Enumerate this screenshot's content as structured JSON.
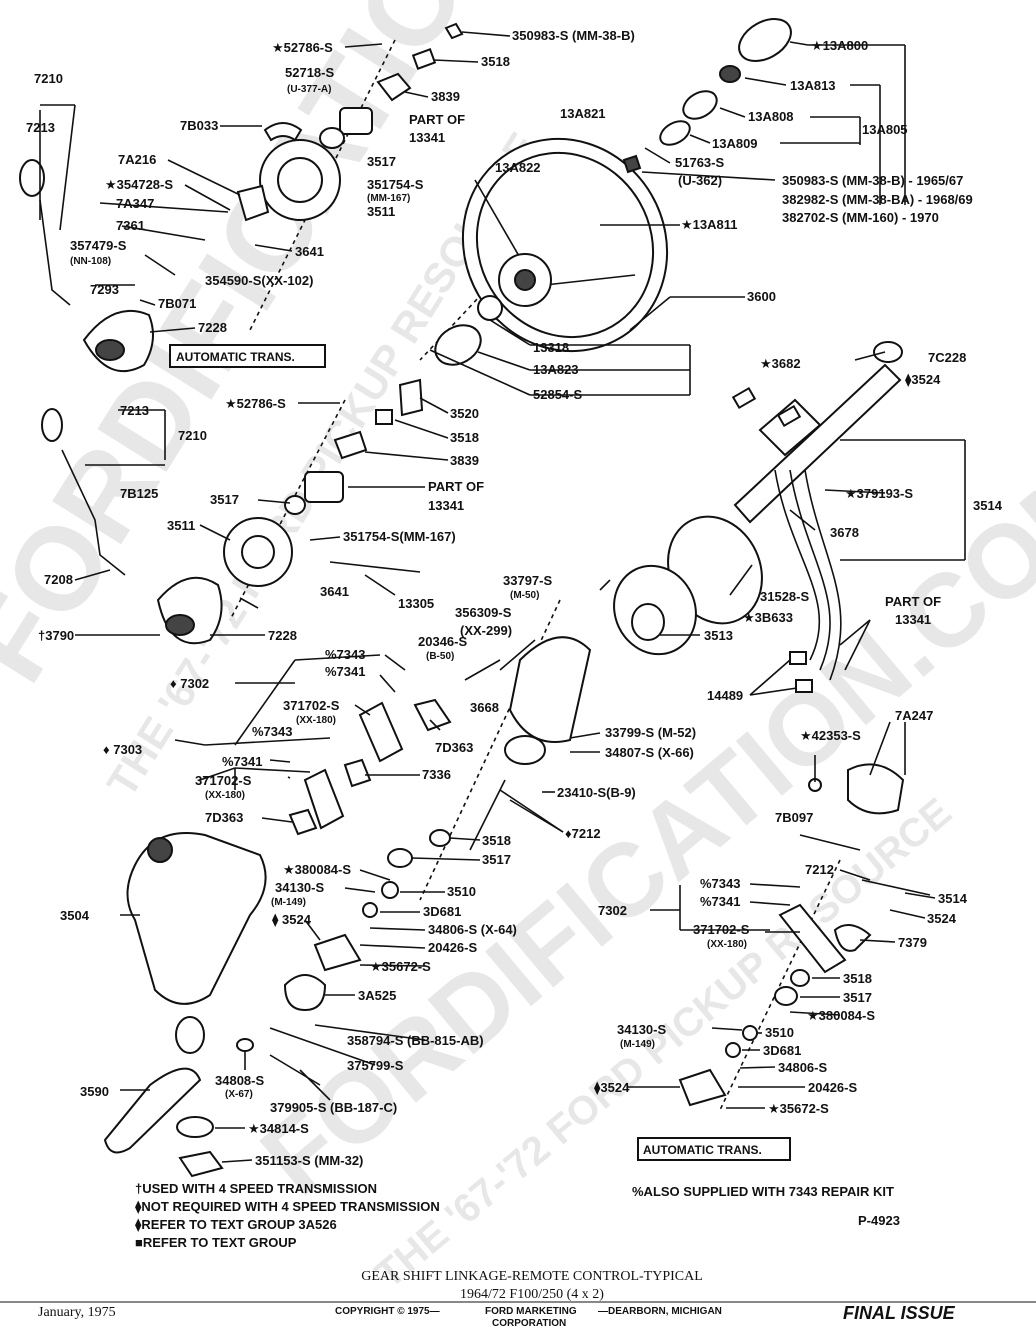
{
  "watermark": {
    "main_1": "FORDIFICATION.COM",
    "sub_1": "THE '67-'72 FORD PICKUP RESOURCE",
    "main_2": "FORDIFICATION.COM",
    "sub_2": "THE '67-'72 FORD PICKUP RESOURCE"
  },
  "labels": [
    {
      "id": "l1",
      "text": "★52786-S"
    },
    {
      "id": "l2",
      "text": "52718-S"
    },
    {
      "id": "l3",
      "text": "(U-377-A)"
    },
    {
      "id": "l4",
      "text": "350983-S (MM-38-B)"
    },
    {
      "id": "l5",
      "text": "3518"
    },
    {
      "id": "l6",
      "text": "3839"
    },
    {
      "id": "l7",
      "text": "★13A800"
    },
    {
      "id": "l8",
      "text": "13A813"
    },
    {
      "id": "l9",
      "text": "13A808"
    },
    {
      "id": "l10",
      "text": "13A805"
    },
    {
      "id": "l11",
      "text": "13A809"
    },
    {
      "id": "l12",
      "text": "51763-S"
    },
    {
      "id": "l13",
      "text": "(U-362)"
    },
    {
      "id": "l14",
      "text": "350983-S (MM-38-B) - 1965/67"
    },
    {
      "id": "l15",
      "text": "382982-S (MM-38-BA) - 1968/69"
    },
    {
      "id": "l16",
      "text": "382702-S (MM-160) - 1970"
    },
    {
      "id": "l17",
      "text": "13A821"
    },
    {
      "id": "l18",
      "text": "13A822"
    },
    {
      "id": "l19",
      "text": "★13A811"
    },
    {
      "id": "l20",
      "text": "3600"
    },
    {
      "id": "l21",
      "text": "13318"
    },
    {
      "id": "l22",
      "text": "13A823"
    },
    {
      "id": "l23",
      "text": "52854-S"
    },
    {
      "id": "l24",
      "text": "7210"
    },
    {
      "id": "l25",
      "text": "7213"
    },
    {
      "id": "l26",
      "text": "7B033"
    },
    {
      "id": "l27",
      "text": "PART OF"
    },
    {
      "id": "l28",
      "text": "13341"
    },
    {
      "id": "l29",
      "text": "3517"
    },
    {
      "id": "l30",
      "text": "7A216"
    },
    {
      "id": "l31",
      "text": "★354728-S"
    },
    {
      "id": "l32",
      "text": "351754-S"
    },
    {
      "id": "l33",
      "text": "(MM-167)"
    },
    {
      "id": "l34",
      "text": "3511"
    },
    {
      "id": "l35",
      "text": "7A347"
    },
    {
      "id": "l36",
      "text": "7361"
    },
    {
      "id": "l37",
      "text": "3641"
    },
    {
      "id": "l38",
      "text": "357479-S"
    },
    {
      "id": "l39",
      "text": "(NN-108)"
    },
    {
      "id": "l40",
      "text": "354590-S(XX-102)"
    },
    {
      "id": "l41",
      "text": "7293"
    },
    {
      "id": "l42",
      "text": "7B071"
    },
    {
      "id": "l43",
      "text": "7228"
    },
    {
      "id": "l44",
      "text": "★52786-S"
    },
    {
      "id": "l45",
      "text": "3520"
    },
    {
      "id": "l46",
      "text": "3518"
    },
    {
      "id": "l47",
      "text": "3839"
    },
    {
      "id": "l48",
      "text": "7213"
    },
    {
      "id": "l49",
      "text": "7210"
    },
    {
      "id": "l50",
      "text": "7B125"
    },
    {
      "id": "l51",
      "text": "3517"
    },
    {
      "id": "l52",
      "text": "PART OF"
    },
    {
      "id": "l53",
      "text": "13341"
    },
    {
      "id": "l54",
      "text": "3511"
    },
    {
      "id": "l55",
      "text": "351754-S(MM-167)"
    },
    {
      "id": "l56",
      "text": "7208"
    },
    {
      "id": "l57",
      "text": "3641"
    },
    {
      "id": "l58",
      "text": "13305"
    },
    {
      "id": "l59",
      "text": "†3790"
    },
    {
      "id": "l60",
      "text": "7228"
    },
    {
      "id": "l61",
      "text": "★3682"
    },
    {
      "id": "l62",
      "text": "7C228"
    },
    {
      "id": "l63",
      "text": "⧫3524"
    },
    {
      "id": "l64",
      "text": "★379193-S"
    },
    {
      "id": "l65",
      "text": "3514"
    },
    {
      "id": "l66",
      "text": "3678"
    },
    {
      "id": "l67",
      "text": "33797-S"
    },
    {
      "id": "l68",
      "text": "(M-50)"
    },
    {
      "id": "l69",
      "text": "356309-S"
    },
    {
      "id": "l70",
      "text": "(XX-299)"
    },
    {
      "id": "l71",
      "text": "20346-S"
    },
    {
      "id": "l72",
      "text": "(B-50)"
    },
    {
      "id": "l73",
      "text": "31528-S"
    },
    {
      "id": "l74",
      "text": "★3B633"
    },
    {
      "id": "l75",
      "text": "3513"
    },
    {
      "id": "l76",
      "text": "PART OF"
    },
    {
      "id": "l77",
      "text": "13341"
    },
    {
      "id": "l78",
      "text": "14489"
    },
    {
      "id": "l79",
      "text": "%7343"
    },
    {
      "id": "l80",
      "text": "%7341"
    },
    {
      "id": "l81",
      "text": "♦ 7302"
    },
    {
      "id": "l82",
      "text": "371702-S"
    },
    {
      "id": "l83",
      "text": "(XX-180)"
    },
    {
      "id": "l84",
      "text": "3668"
    },
    {
      "id": "l85",
      "text": "7D363"
    },
    {
      "id": "l86",
      "text": "33799-S (M-52)"
    },
    {
      "id": "l87",
      "text": "34807-S (X-66)"
    },
    {
      "id": "l88",
      "text": "★42353-S"
    },
    {
      "id": "l89",
      "text": "7A247"
    },
    {
      "id": "l90",
      "text": "%7343"
    },
    {
      "id": "l91",
      "text": "♦ 7303"
    },
    {
      "id": "l92",
      "text": "%7341"
    },
    {
      "id": "l93",
      "text": "7336"
    },
    {
      "id": "l94",
      "text": "371702-S"
    },
    {
      "id": "l95",
      "text": "(XX-180)"
    },
    {
      "id": "l96",
      "text": "23410-S(B-9)"
    },
    {
      "id": "l97",
      "text": "7D363"
    },
    {
      "id": "l98",
      "text": "3518"
    },
    {
      "id": "l99",
      "text": "♦7212"
    },
    {
      "id": "l100",
      "text": "7B097"
    },
    {
      "id": "l101",
      "text": "3517"
    },
    {
      "id": "l102",
      "text": "★380084-S"
    },
    {
      "id": "l103",
      "text": "3510"
    },
    {
      "id": "l104",
      "text": "7212"
    },
    {
      "id": "l105",
      "text": "3504"
    },
    {
      "id": "l106",
      "text": "34130-S"
    },
    {
      "id": "l107",
      "text": "(M-149)"
    },
    {
      "id": "l108",
      "text": "3D681"
    },
    {
      "id": "l109",
      "text": "⧫ 3524"
    },
    {
      "id": "l110",
      "text": "34806-S (X-64)"
    },
    {
      "id": "l111",
      "text": "20426-S"
    },
    {
      "id": "l112",
      "text": "★35672-S"
    },
    {
      "id": "l113",
      "text": "%7343"
    },
    {
      "id": "l114",
      "text": "%7341"
    },
    {
      "id": "l115",
      "text": "3514"
    },
    {
      "id": "l116",
      "text": "7302"
    },
    {
      "id": "l117",
      "text": "3524"
    },
    {
      "id": "l118",
      "text": "371702-S"
    },
    {
      "id": "l119",
      "text": "(XX-180)"
    },
    {
      "id": "l120",
      "text": "7379"
    },
    {
      "id": "l121",
      "text": "3A525"
    },
    {
      "id": "l122",
      "text": "3518"
    },
    {
      "id": "l123",
      "text": "3517"
    },
    {
      "id": "l124",
      "text": "★380084-S"
    },
    {
      "id": "l125",
      "text": "358794-S (BB-815-AB)"
    },
    {
      "id": "l126",
      "text": "375799-S"
    },
    {
      "id": "l127",
      "text": "34130-S"
    },
    {
      "id": "l128",
      "text": "(M-149)"
    },
    {
      "id": "l129",
      "text": "3510"
    },
    {
      "id": "l130",
      "text": "3D681"
    },
    {
      "id": "l131",
      "text": "3590"
    },
    {
      "id": "l132",
      "text": "34808-S"
    },
    {
      "id": "l133",
      "text": "(X-67)"
    },
    {
      "id": "l134",
      "text": "379905-S (BB-187-C)"
    },
    {
      "id": "l135",
      "text": "34806-S"
    },
    {
      "id": "l136",
      "text": "⧫3524"
    },
    {
      "id": "l137",
      "text": "20426-S"
    },
    {
      "id": "l138",
      "text": "★35672-S"
    },
    {
      "id": "l139",
      "text": "★34814-S"
    },
    {
      "id": "l140",
      "text": "351153-S (MM-32)"
    }
  ],
  "boxes": {
    "auto_top": "AUTOMATIC TRANS.",
    "auto_bottom": "AUTOMATIC TRANS."
  },
  "notes": {
    "dagger": "†USED WITH 4 SPEED TRANSMISSION",
    "diamond": "⧫NOT REQUIRED WITH 4 SPEED TRANSMISSION",
    "diamond2": "⧫REFER TO TEXT GROUP 3A526",
    "square": "■REFER TO TEXT GROUP",
    "percent": "%ALSO SUPPLIED WITH 7343 REPAIR KIT",
    "ref": "P-4923"
  },
  "title": {
    "line1": "GEAR SHIFT LINKAGE-REMOTE CONTROL-TYPICAL",
    "line2": "1964/72  F100/250 (4 x 2)"
  },
  "footer": {
    "date": "January, 1975",
    "copyright": "COPYRIGHT © 1975—",
    "org1": "FORD MARKETING",
    "org2": "CORPORATION",
    "city": "—DEARBORN, MICHIGAN",
    "status": "FINAL ISSUE"
  }
}
